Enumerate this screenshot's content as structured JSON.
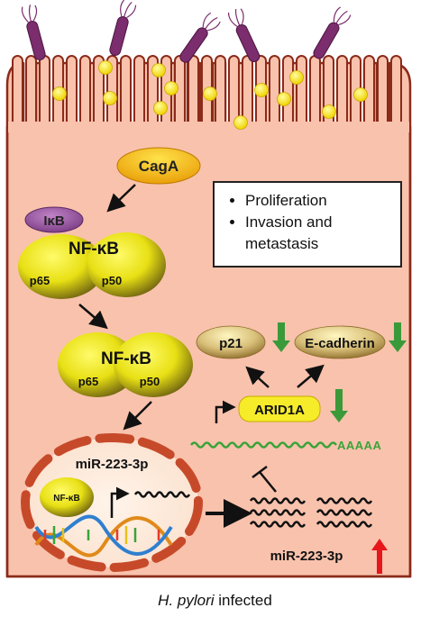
{
  "labels": {
    "caga": "CagA",
    "ikb": "IκB",
    "nfkb": "NF-κB",
    "p65": "p65",
    "p50": "p50",
    "p21": "p21",
    "ecadherin": "E-cadherin",
    "arid1a": "ARID1A",
    "mir_nucleus": "miR-223-3p",
    "mir_small_nfkb": "NF-κB",
    "mir_cytoplasm": "miR-223-3p",
    "poly_a": "AAAAA"
  },
  "effects": {
    "items": [
      "Proliferation",
      "Invasion and metastasis"
    ]
  },
  "caption": {
    "species": "H. pylori",
    "status": "infected"
  },
  "colors": {
    "cell_fill": "#f9c2ac",
    "cell_stroke": "#8b2b1a",
    "bacterium": "#7b2d6e",
    "vesicle": "#f5e90f",
    "up_arrow": "#e8151b",
    "down_arrow": "#3a9a3a",
    "mrna": "#3aa33a"
  }
}
